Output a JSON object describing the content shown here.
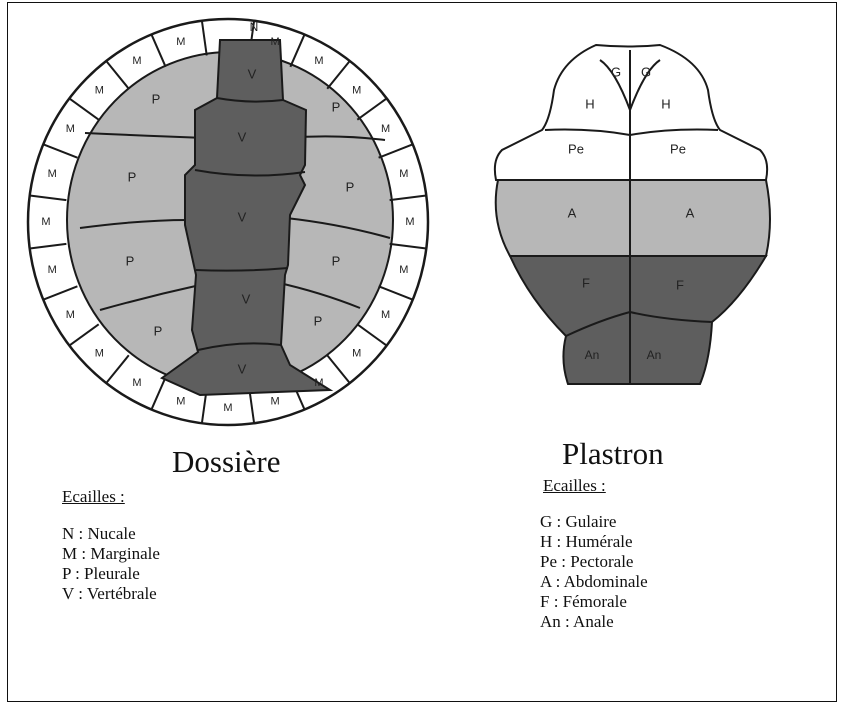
{
  "dossiere": {
    "title": "Dossière",
    "heading": "Ecailles :",
    "legend": [
      "N : Nucale",
      "M : Marginale",
      "P : Pleurale",
      "V : Vertébrale"
    ],
    "labels": {
      "nucal": "N",
      "marginal": "M",
      "pleural": "P",
      "vertebral": "V"
    }
  },
  "plastron": {
    "title": "Plastron",
    "heading": "Ecailles :",
    "legend": [
      "G : Gulaire",
      "H : Humérale",
      "Pe : Pectorale",
      "A : Abdominale",
      "F : Fémorale",
      "An : Anale"
    ],
    "labels": {
      "gular": "G",
      "humeral": "H",
      "pectoral": "Pe",
      "abdominal": "A",
      "femoral": "F",
      "anal": "An"
    }
  },
  "colors": {
    "light": "#b7b7b7",
    "dark": "#5e5e5e",
    "white": "#ffffff",
    "stroke": "#1a1a1a"
  }
}
